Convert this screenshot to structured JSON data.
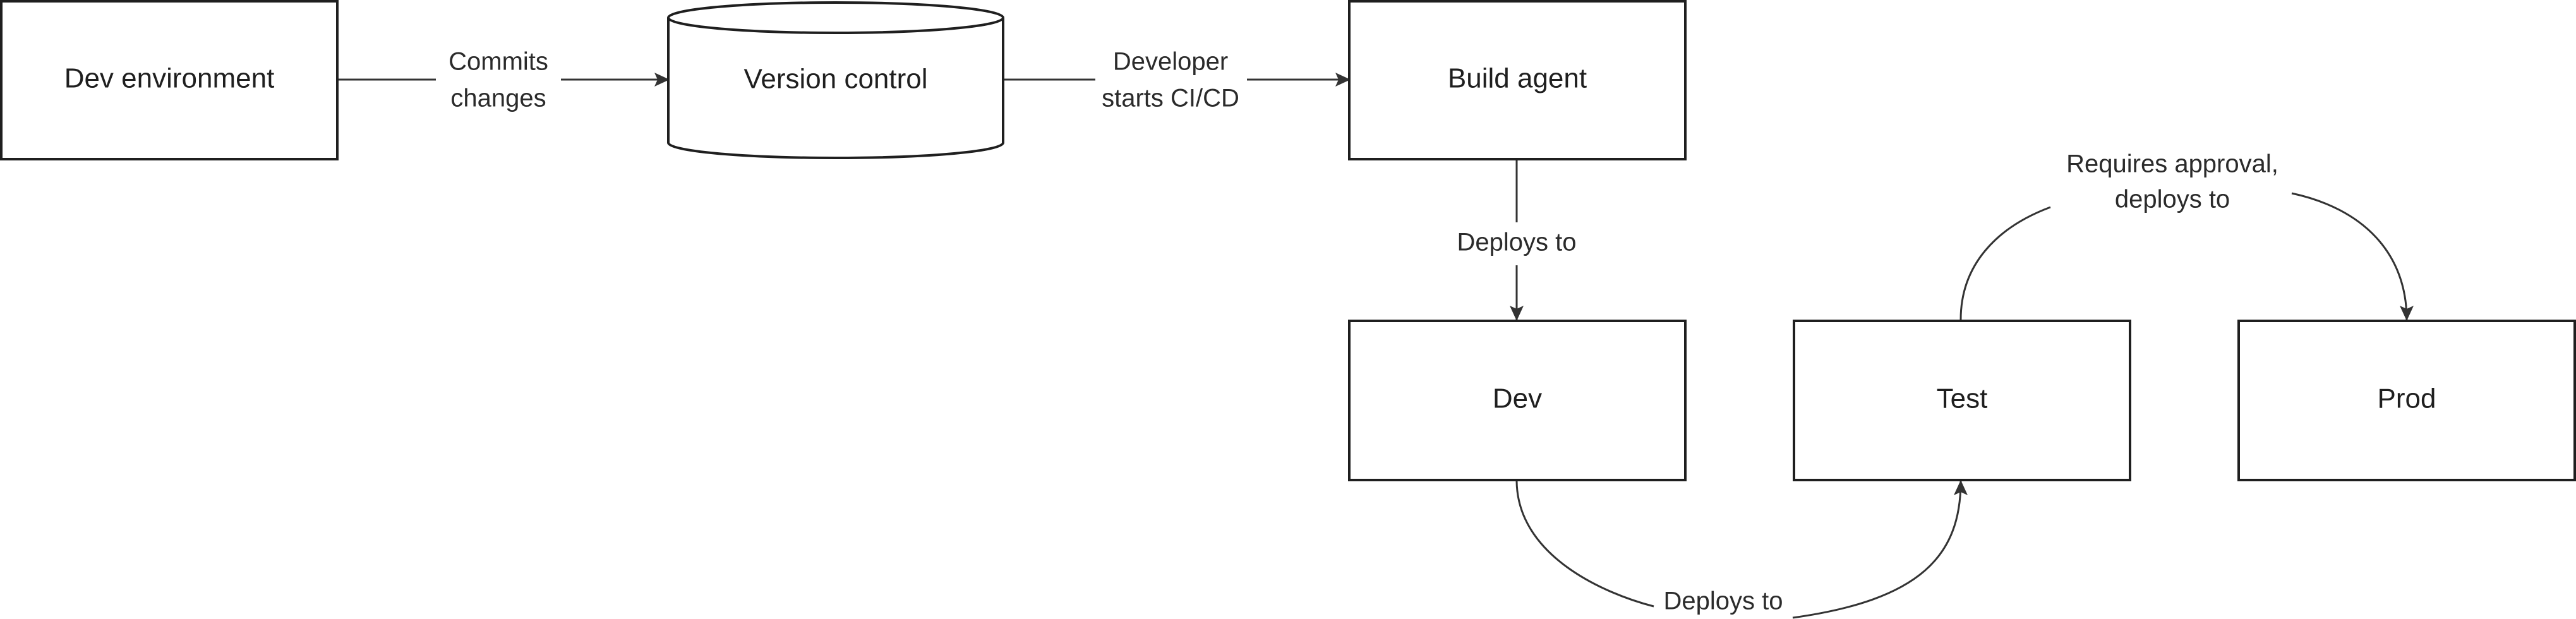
{
  "diagram": {
    "nodes": {
      "dev_environment": "Dev environment",
      "version_control": "Version control",
      "build_agent": "Build agent",
      "dev": "Dev",
      "test": "Test",
      "prod": "Prod"
    },
    "edges": {
      "commits": [
        "Commits",
        "changes"
      ],
      "starts_cicd": [
        "Developer",
        "starts CI/CD"
      ],
      "deploys_to_dev": "Deploys to",
      "deploys_to_test": "Deploys to",
      "requires_approval": [
        "Requires approval,",
        "deploys to"
      ]
    },
    "colors": {
      "stroke": "#1f1f1f",
      "edge": "#333333",
      "background": "#ffffff"
    }
  }
}
